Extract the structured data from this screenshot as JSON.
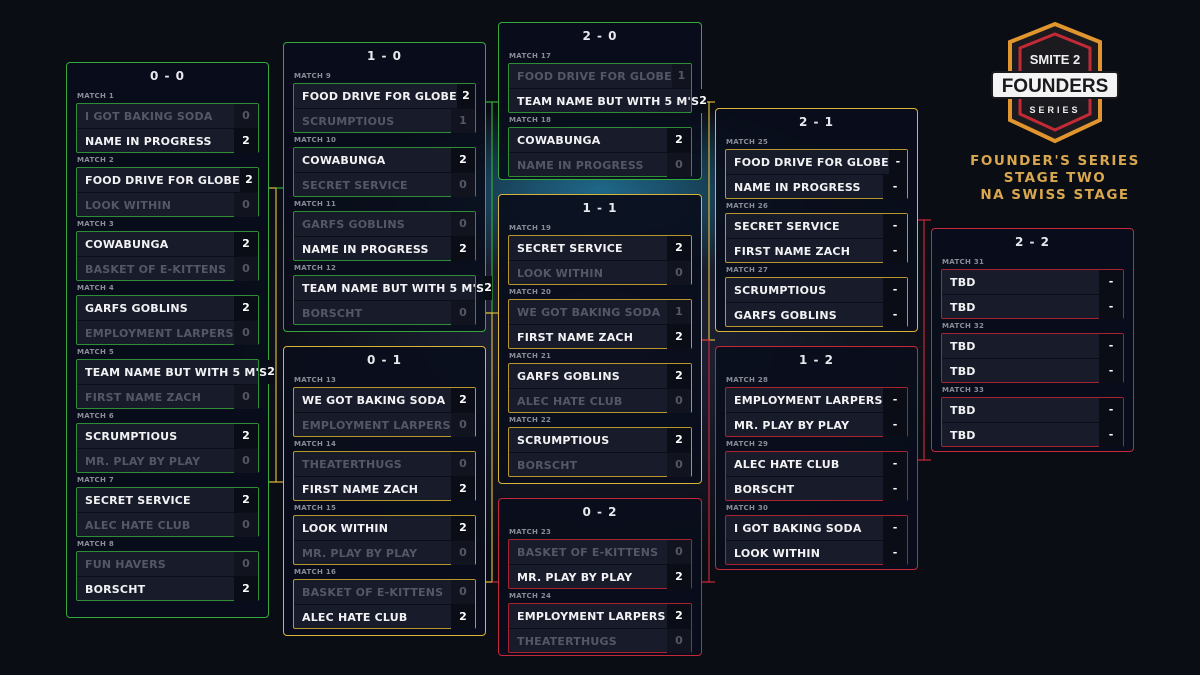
{
  "logo": {
    "top": "SMITE 2",
    "main": "FOUNDERS",
    "sub": "SERIES"
  },
  "series_title": [
    "FOUNDER'S SERIES",
    "STAGE TWO",
    "NA SWISS STAGE"
  ],
  "groups": [
    {
      "title": "0 - 0",
      "matches": [
        {
          "label": "MATCH 1",
          "teams": [
            {
              "name": "I GOT BAKING SODA",
              "score": "0",
              "result": "lose"
            },
            {
              "name": "NAME IN PROGRESS",
              "score": "2",
              "result": "win"
            }
          ]
        },
        {
          "label": "MATCH 2",
          "teams": [
            {
              "name": "FOOD DRIVE FOR GLOBE",
              "score": "2",
              "result": "win"
            },
            {
              "name": "LOOK WITHIN",
              "score": "0",
              "result": "lose"
            }
          ]
        },
        {
          "label": "MATCH 3",
          "teams": [
            {
              "name": "COWABUNGA",
              "score": "2",
              "result": "win"
            },
            {
              "name": "BASKET OF E-KITTENS",
              "score": "0",
              "result": "lose"
            }
          ]
        },
        {
          "label": "MATCH 4",
          "teams": [
            {
              "name": "GARFS GOBLINS",
              "score": "2",
              "result": "win"
            },
            {
              "name": "EMPLOYMENT LARPERS",
              "score": "0",
              "result": "lose"
            }
          ]
        },
        {
          "label": "MATCH 5",
          "teams": [
            {
              "name": "TEAM NAME BUT WITH 5 M'S",
              "score": "2",
              "result": "win"
            },
            {
              "name": "FIRST NAME ZACH",
              "score": "0",
              "result": "lose"
            }
          ]
        },
        {
          "label": "MATCH 6",
          "teams": [
            {
              "name": "SCRUMPTIOUS",
              "score": "2",
              "result": "win"
            },
            {
              "name": "MR. PLAY BY PLAY",
              "score": "0",
              "result": "lose"
            }
          ]
        },
        {
          "label": "MATCH 7",
          "teams": [
            {
              "name": "SECRET SERVICE",
              "score": "2",
              "result": "win"
            },
            {
              "name": "ALEC HATE CLUB",
              "score": "0",
              "result": "lose"
            }
          ]
        },
        {
          "label": "MATCH 8",
          "teams": [
            {
              "name": "FUN HAVERS",
              "score": "0",
              "result": "lose"
            },
            {
              "name": "BORSCHT",
              "score": "2",
              "result": "win"
            }
          ]
        }
      ]
    },
    {
      "title": "1 - 0",
      "matches": [
        {
          "label": "MATCH 9",
          "teams": [
            {
              "name": "FOOD DRIVE FOR GLOBE",
              "score": "2",
              "result": "win"
            },
            {
              "name": "SCRUMPTIOUS",
              "score": "1",
              "result": "lose"
            }
          ]
        },
        {
          "label": "MATCH 10",
          "teams": [
            {
              "name": "COWABUNGA",
              "score": "2",
              "result": "win"
            },
            {
              "name": "SECRET SERVICE",
              "score": "0",
              "result": "lose"
            }
          ]
        },
        {
          "label": "MATCH 11",
          "teams": [
            {
              "name": "GARFS GOBLINS",
              "score": "0",
              "result": "lose"
            },
            {
              "name": "NAME IN PROGRESS",
              "score": "2",
              "result": "win"
            }
          ]
        },
        {
          "label": "MATCH 12",
          "teams": [
            {
              "name": "TEAM NAME BUT WITH 5 M'S",
              "score": "2",
              "result": "win"
            },
            {
              "name": "BORSCHT",
              "score": "0",
              "result": "lose"
            }
          ]
        }
      ]
    },
    {
      "title": "0 - 1",
      "matches": [
        {
          "label": "MATCH 13",
          "teams": [
            {
              "name": "WE GOT BAKING SODA",
              "score": "2",
              "result": "win"
            },
            {
              "name": "EMPLOYMENT LARPERS",
              "score": "0",
              "result": "lose"
            }
          ]
        },
        {
          "label": "MATCH 14",
          "teams": [
            {
              "name": "THEATERTHUGS",
              "score": "0",
              "result": "lose"
            },
            {
              "name": "FIRST NAME ZACH",
              "score": "2",
              "result": "win"
            }
          ]
        },
        {
          "label": "MATCH 15",
          "teams": [
            {
              "name": "LOOK WITHIN",
              "score": "2",
              "result": "win"
            },
            {
              "name": "MR. PLAY BY PLAY",
              "score": "0",
              "result": "lose"
            }
          ]
        },
        {
          "label": "MATCH 16",
          "teams": [
            {
              "name": "BASKET OF E-KITTENS",
              "score": "0",
              "result": "lose"
            },
            {
              "name": "ALEC HATE CLUB",
              "score": "2",
              "result": "win"
            }
          ]
        }
      ]
    },
    {
      "title": "2 - 0",
      "matches": [
        {
          "label": "MATCH 17",
          "teams": [
            {
              "name": "FOOD DRIVE FOR GLOBE",
              "score": "1",
              "result": "lose"
            },
            {
              "name": "TEAM NAME BUT WITH 5 M'S",
              "score": "2",
              "result": "win"
            }
          ]
        },
        {
          "label": "MATCH 18",
          "teams": [
            {
              "name": "COWABUNGA",
              "score": "2",
              "result": "win"
            },
            {
              "name": "NAME IN PROGRESS",
              "score": "0",
              "result": "lose"
            }
          ]
        }
      ]
    },
    {
      "title": "1 - 1",
      "matches": [
        {
          "label": "MATCH 19",
          "teams": [
            {
              "name": "SECRET SERVICE",
              "score": "2",
              "result": "win"
            },
            {
              "name": "LOOK WITHIN",
              "score": "0",
              "result": "lose"
            }
          ]
        },
        {
          "label": "MATCH 20",
          "teams": [
            {
              "name": "WE GOT BAKING SODA",
              "score": "1",
              "result": "lose"
            },
            {
              "name": "FIRST NAME ZACH",
              "score": "2",
              "result": "win"
            }
          ]
        },
        {
          "label": "MATCH 21",
          "teams": [
            {
              "name": "GARFS GOBLINS",
              "score": "2",
              "result": "win"
            },
            {
              "name": "ALEC HATE CLUB",
              "score": "0",
              "result": "lose"
            }
          ]
        },
        {
          "label": "MATCH 22",
          "teams": [
            {
              "name": "SCRUMPTIOUS",
              "score": "2",
              "result": "win"
            },
            {
              "name": "BORSCHT",
              "score": "0",
              "result": "lose"
            }
          ]
        }
      ]
    },
    {
      "title": "0 - 2",
      "matches": [
        {
          "label": "MATCH 23",
          "teams": [
            {
              "name": "BASKET OF E-KITTENS",
              "score": "0",
              "result": "lose"
            },
            {
              "name": "MR. PLAY BY PLAY",
              "score": "2",
              "result": "win"
            }
          ]
        },
        {
          "label": "MATCH 24",
          "teams": [
            {
              "name": "EMPLOYMENT LARPERS",
              "score": "2",
              "result": "win"
            },
            {
              "name": "THEATERTHUGS",
              "score": "0",
              "result": "lose"
            }
          ]
        }
      ]
    },
    {
      "title": "2 - 1",
      "matches": [
        {
          "label": "MATCH 25",
          "teams": [
            {
              "name": "FOOD DRIVE FOR GLOBE",
              "score": "-",
              "result": "pending"
            },
            {
              "name": "NAME IN PROGRESS",
              "score": "-",
              "result": "pending"
            }
          ]
        },
        {
          "label": "MATCH 26",
          "teams": [
            {
              "name": "SECRET SERVICE",
              "score": "-",
              "result": "pending"
            },
            {
              "name": "FIRST NAME ZACH",
              "score": "-",
              "result": "pending"
            }
          ]
        },
        {
          "label": "MATCH 27",
          "teams": [
            {
              "name": "SCRUMPTIOUS",
              "score": "-",
              "result": "pending"
            },
            {
              "name": "GARFS GOBLINS",
              "score": "-",
              "result": "pending"
            }
          ]
        }
      ]
    },
    {
      "title": "1 - 2",
      "matches": [
        {
          "label": "MATCH 28",
          "teams": [
            {
              "name": "EMPLOYMENT LARPERS",
              "score": "-",
              "result": "pending"
            },
            {
              "name": "MR. PLAY BY PLAY",
              "score": "-",
              "result": "pending"
            }
          ]
        },
        {
          "label": "MATCH 29",
          "teams": [
            {
              "name": "ALEC HATE CLUB",
              "score": "-",
              "result": "pending"
            },
            {
              "name": "BORSCHT",
              "score": "-",
              "result": "pending"
            }
          ]
        },
        {
          "label": "MATCH 30",
          "teams": [
            {
              "name": "I GOT BAKING SODA",
              "score": "-",
              "result": "pending"
            },
            {
              "name": "LOOK WITHIN",
              "score": "-",
              "result": "pending"
            }
          ]
        }
      ]
    },
    {
      "title": "2 - 2",
      "matches": [
        {
          "label": "MATCH 31",
          "teams": [
            {
              "name": "TBD",
              "score": "-",
              "result": "pending"
            },
            {
              "name": "TBD",
              "score": "-",
              "result": "pending"
            }
          ]
        },
        {
          "label": "MATCH 32",
          "teams": [
            {
              "name": "TBD",
              "score": "-",
              "result": "pending"
            },
            {
              "name": "TBD",
              "score": "-",
              "result": "pending"
            }
          ]
        },
        {
          "label": "MATCH 33",
          "teams": [
            {
              "name": "TBD",
              "score": "-",
              "result": "pending"
            },
            {
              "name": "TBD",
              "score": "-",
              "result": "pending"
            }
          ]
        }
      ]
    }
  ],
  "colors": {
    "green": "#35a83a",
    "yellow": "#d8b43a",
    "red": "#c4283a",
    "gold": "#d8a74e",
    "background": "#0b0d14"
  }
}
